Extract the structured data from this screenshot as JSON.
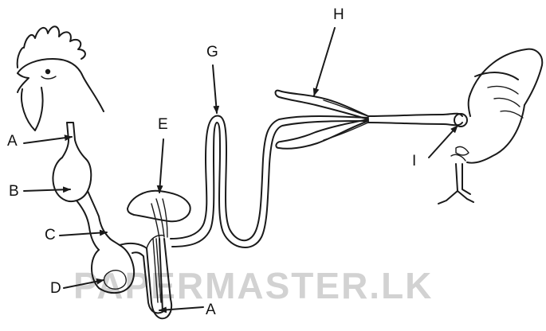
{
  "diagram": {
    "labels": {
      "A_top": "A",
      "B": "B",
      "C": "C",
      "D": "D",
      "E": "E",
      "G": "G",
      "H": "H",
      "I": "I",
      "A_bottom": "A"
    },
    "watermark": "PAPERMASTER.LK"
  }
}
